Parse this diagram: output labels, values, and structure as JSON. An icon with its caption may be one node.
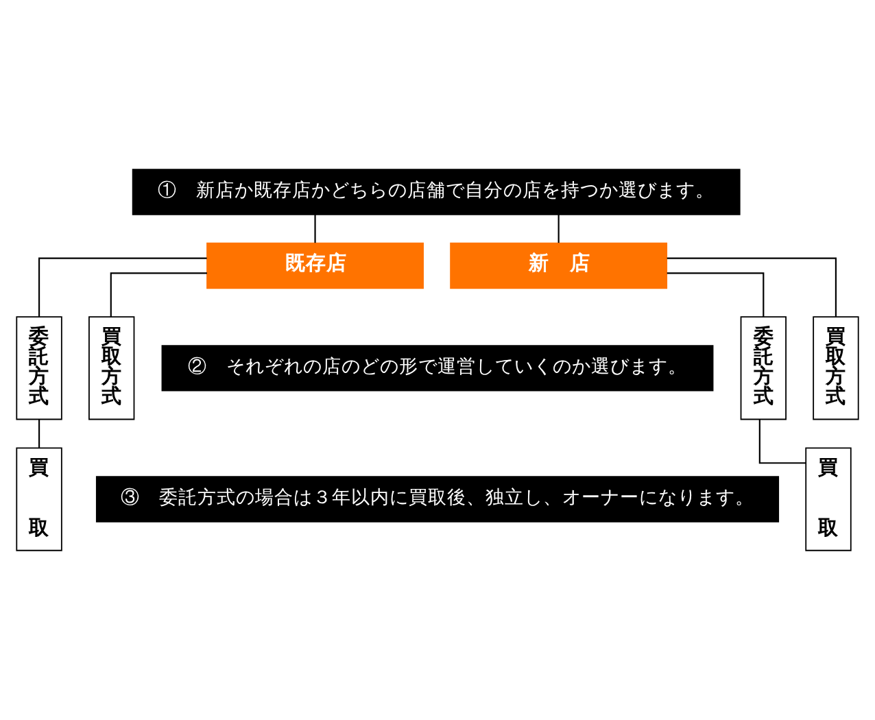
{
  "diagram": {
    "nodes": [
      {
        "text": [
          "①　新店か既存店かどちらの店舗で自分の店を持つか選びます。"
        ]
      },
      {
        "text": [
          "既存店"
        ]
      },
      {
        "text": [
          "新　店"
        ]
      },
      {
        "text": [
          "②　それぞれの店のどの形で運営していくのか選びます。"
        ]
      },
      {
        "text": [
          "委託方式"
        ]
      },
      {
        "text": [
          "買取方式"
        ]
      },
      {
        "text": [
          "委託方式"
        ]
      },
      {
        "text": [
          "買取方式"
        ]
      },
      {
        "text": [
          "③　委託方式の場合は３年以内に買取後、独立し、オーナーになります。"
        ]
      },
      {
        "text": [
          "買取"
        ]
      },
      {
        "text": [
          "買取"
        ]
      }
    ],
    "edges": [
      {
        "from": 0,
        "to": 1,
        "arrow": "none"
      },
      {
        "from": 0,
        "to": 2,
        "arrow": "none"
      },
      {
        "from": 1,
        "to": 4,
        "arrow": "none"
      },
      {
        "from": 1,
        "to": 5,
        "arrow": "none"
      },
      {
        "from": 2,
        "to": 6,
        "arrow": "none"
      },
      {
        "from": 2,
        "to": 7,
        "arrow": "none"
      },
      {
        "from": 4,
        "to": 9,
        "arrow": "none"
      },
      {
        "from": 6,
        "to": 10,
        "arrow": "none"
      }
    ]
  }
}
